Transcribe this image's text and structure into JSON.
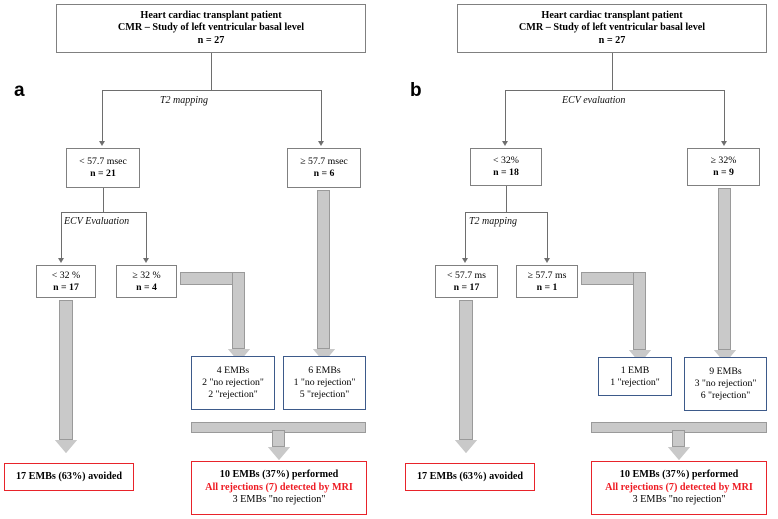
{
  "figure": {
    "panels": [
      {
        "letter": "a",
        "root": {
          "line1": "Heart cardiac transplant patient",
          "line2": "CMR – Study of left ventricular basal level",
          "line3": "n = 27"
        },
        "branch_label_1": "T2 mapping",
        "level1": [
          {
            "criterion": "< 57.7 msec",
            "count": "n = 21"
          },
          {
            "criterion": "≥ 57.7 msec",
            "count": "n = 6"
          }
        ],
        "branch_label_2": "ECV Evaluation",
        "level2": [
          {
            "criterion": "< 32 %",
            "count": "n = 17"
          },
          {
            "criterion": "≥ 32 %",
            "count": "n = 4"
          }
        ],
        "emb_boxes": [
          {
            "title": "4 EMBs",
            "line1": "2 \"no rejection\"",
            "line2": "2 \"rejection\""
          },
          {
            "title": "6 EMBs",
            "line1": "1 \"no rejection\"",
            "line2": "5 \"rejection\""
          }
        ],
        "outcome_avoided": "17 EMBs (63%) avoided",
        "outcome_performed": {
          "line1": "10 EMBs (37%) performed",
          "line2": "All rejections (7) detected by MRI",
          "line3": "3 EMBs \"no rejection\""
        }
      },
      {
        "letter": "b",
        "root": {
          "line1": "Heart cardiac transplant patient",
          "line2": "CMR – Study of left ventricular basal level",
          "line3": "n = 27"
        },
        "branch_label_1": "ECV evaluation",
        "level1": [
          {
            "criterion": "< 32%",
            "count": "n = 18"
          },
          {
            "criterion": "≥ 32%",
            "count": "n = 9"
          }
        ],
        "branch_label_2": "T2 mapping",
        "level2": [
          {
            "criterion": "< 57.7 ms",
            "count": "n = 17"
          },
          {
            "criterion": "≥ 57.7 ms",
            "count": "n = 1"
          }
        ],
        "emb_boxes": [
          {
            "title": "1 EMB",
            "line1": "1 \"rejection\"",
            "line2": ""
          },
          {
            "title": "9 EMBs",
            "line1": "3 \"no rejection\"",
            "line2": "6 \"rejection\""
          }
        ],
        "outcome_avoided": "17 EMBs (63%) avoided",
        "outcome_performed": {
          "line1": "10 EMBs (37%) performed",
          "line2": "All rejections (7) detected by MRI",
          "line3": "3 EMBs \"no rejection\""
        }
      }
    ],
    "colors": {
      "box_border": "#808080",
      "emb_box_border": "#3d5a8a",
      "outcome_box_border": "#e8232a",
      "highlight_text": "#ee1c24",
      "arrow_fill": "#c9c9c9",
      "arrow_stroke": "#9a9a9a",
      "connector": "#6e6e6e"
    }
  }
}
